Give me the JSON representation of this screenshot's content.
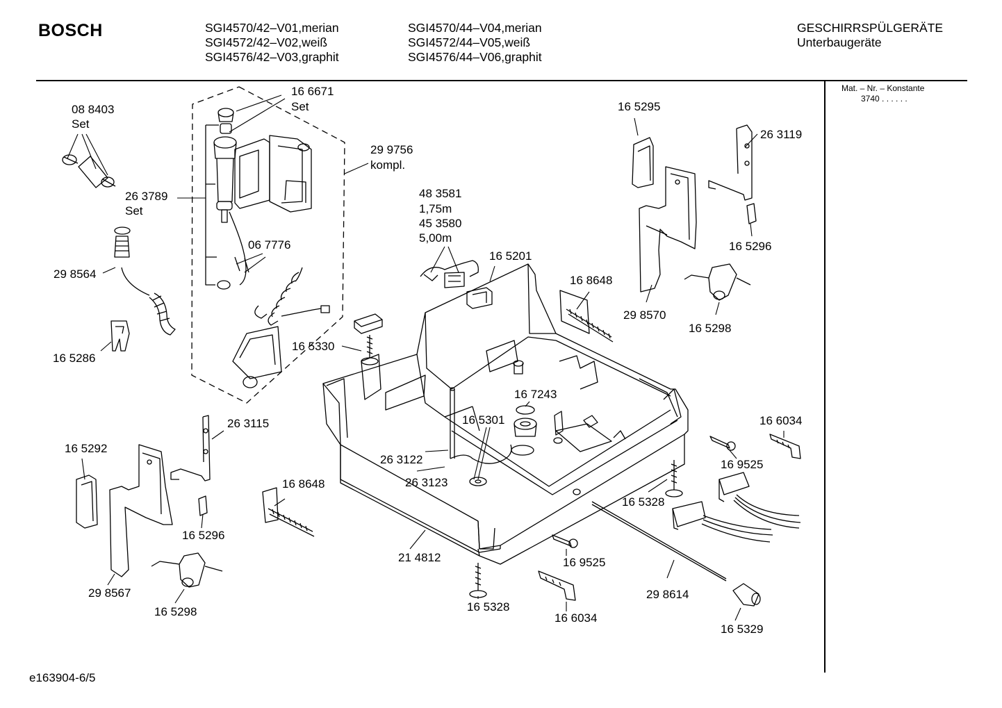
{
  "header": {
    "brand": "BOSCH",
    "models_col1": [
      "SGI4570/42–V01,merian",
      "SGI4572/42–V02,weiß",
      "SGI4576/42–V03,graphit"
    ],
    "models_col2": [
      "SGI4570/44–V04,merian",
      "SGI4572/44–V05,weiß",
      "SGI4576/44–V06,graphit"
    ],
    "category": [
      "GESCHIRRSPÜLGERÄTE",
      "Unterbaugeräte"
    ]
  },
  "sidebar": {
    "label": "Mat. – Nr. – Konstante",
    "value": "3740",
    "dots": ". . . . . ."
  },
  "footer": {
    "drawing_id": "e163904-6/5"
  },
  "callouts": {
    "p084803": [
      "08 8403",
      "Set"
    ],
    "p166671": [
      "16 6671",
      "Set"
    ],
    "p299756": [
      "29 9756",
      "kompl."
    ],
    "p263789": [
      "26 3789",
      "Set"
    ],
    "p298564": "29 8564",
    "p067776": "06 7776",
    "p165286": "16 5286",
    "p165330": "16 5330",
    "p483581": [
      "48 3581",
      "1,75m",
      "45 3580",
      "5,00m"
    ],
    "p165201": "16 5201",
    "p168648a": "16 8648",
    "p165295": "16 5295",
    "p263119": "26 3119",
    "p165296a": "16 5296",
    "p298570": "29 8570",
    "p165298a": "16 5298",
    "p167243": "16 7243",
    "p165301": "16 5301",
    "p263122": "26 3122",
    "p263123": "26 3123",
    "p263115": "26 3115",
    "p165292": "16 5292",
    "p165296b": "16 5296",
    "p168648b": "16 8648",
    "p298567": "29 8567",
    "p165298b": "16 5298",
    "p214812": "21 4812",
    "p165328a": "16 5328",
    "p166034a": "16 6034",
    "p169525a": "16 9525",
    "p165328b": "16 5328",
    "p169525b": "16 9525",
    "p166034b": "16 6034",
    "p298614": "29 8614",
    "p165329": "16 5329"
  }
}
